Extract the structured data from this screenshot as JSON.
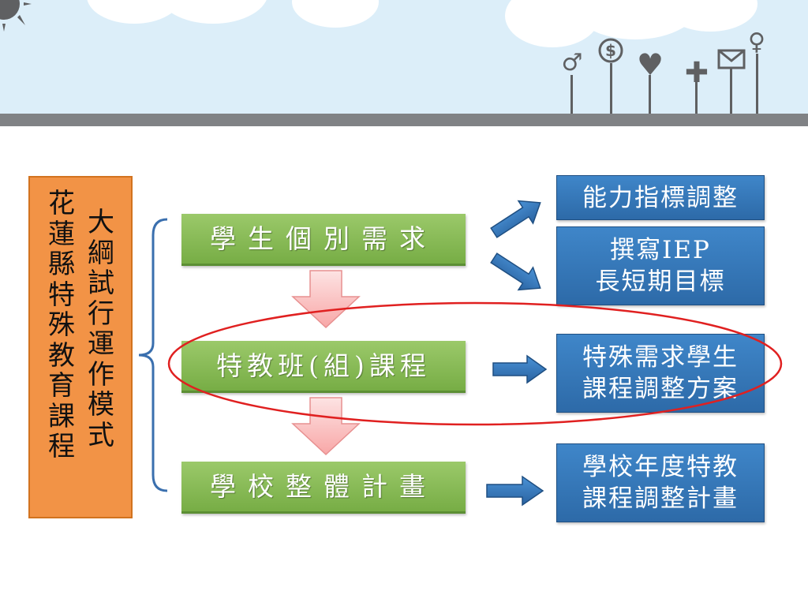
{
  "title_box": {
    "col_left": "花\n蓮\n縣\n特\n殊\n教\n育\n課\n程",
    "col_right": "大\n綱\n試\n行\n運\n作\n模\n式"
  },
  "green_boxes": [
    {
      "label": "學生個別需求"
    },
    {
      "label": "特教班(組)課程"
    },
    {
      "label": "學校整體計畫"
    }
  ],
  "blue_boxes": [
    {
      "line1": "能力指標調整",
      "line2": ""
    },
    {
      "line1": "撰寫IEP",
      "line2": "長短期目標"
    },
    {
      "line1": "特殊需求學生",
      "line2": "課程調整方案"
    },
    {
      "line1": "學校年度特教",
      "line2": "課程調整計畫"
    }
  ],
  "header_icons": [
    "male-symbol-icon",
    "dollar-icon",
    "heart-icon",
    "plus-icon",
    "envelope-icon",
    "female-symbol-icon"
  ],
  "colors": {
    "title_box": "#f29346",
    "green_box": "#8cbf55",
    "blue_box": "#3476b8",
    "highlight_ellipse": "#e02020",
    "down_arrow": "#fcc2c2"
  }
}
